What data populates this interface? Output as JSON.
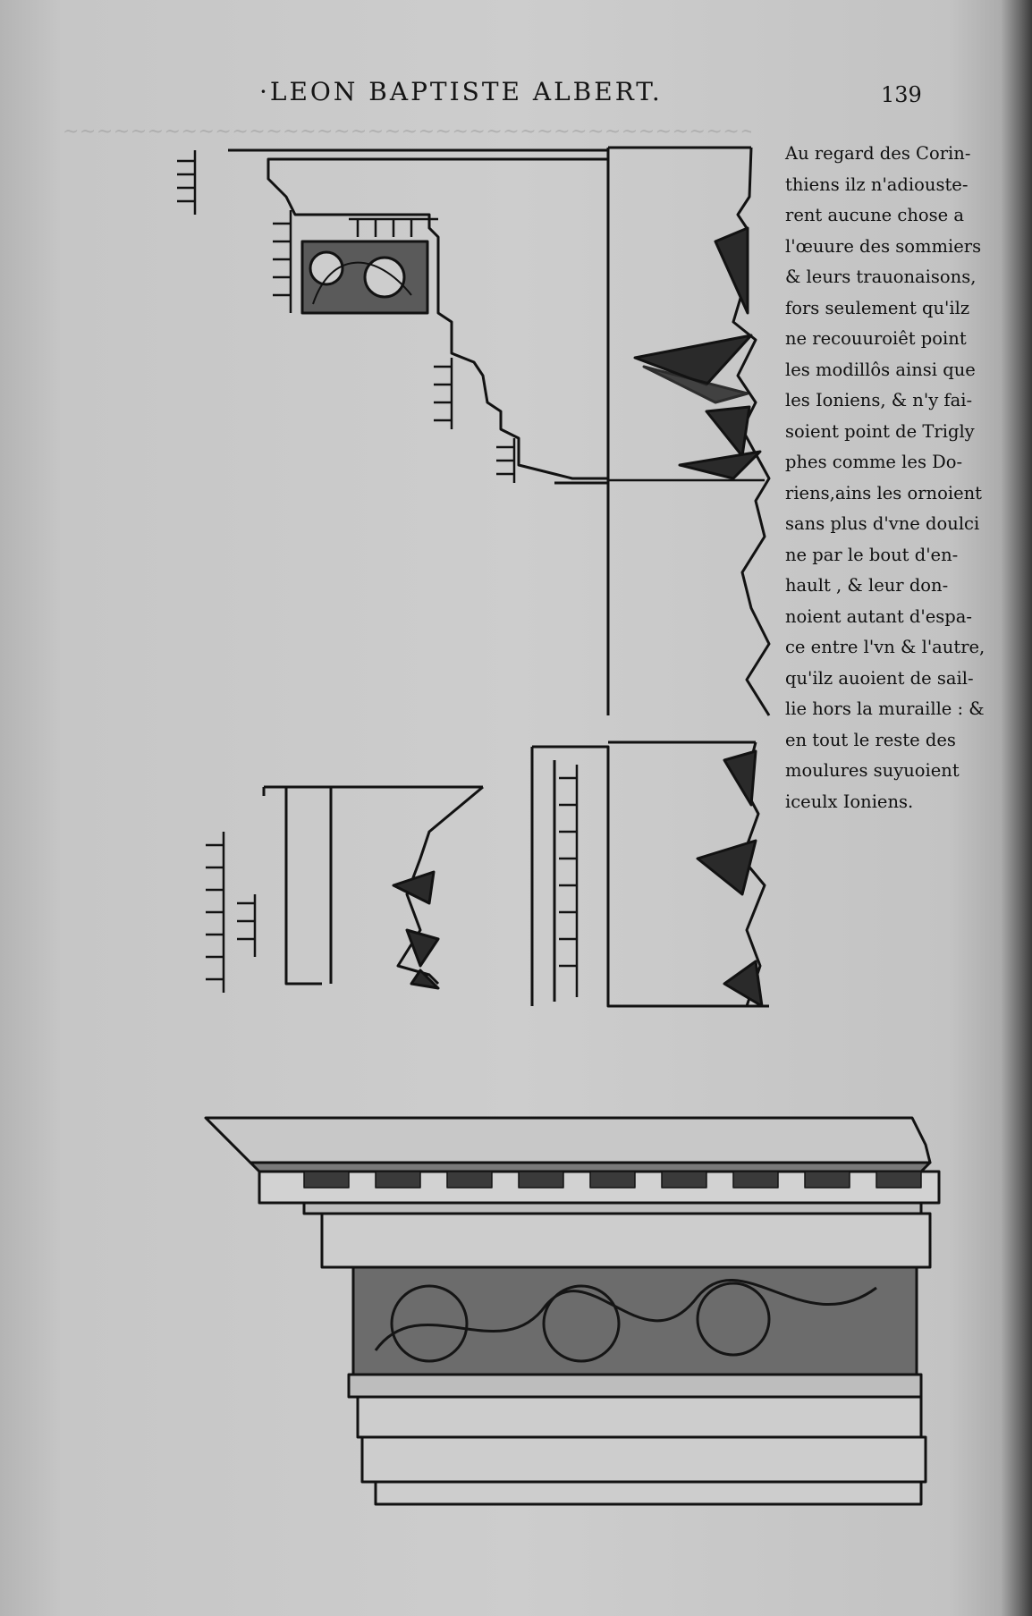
{
  "header": {
    "running_title": "·LEON BAPTISTE ALBERT.",
    "folio": "139"
  },
  "text_column": {
    "lines": [
      "Au regard des Corin-",
      "thiens ilz n'adiouste-",
      "rent aucune chose a",
      "l'œuure des sommiers",
      "& leurs trauonaisons,",
      "fors seulement qu'ilz",
      "ne recouuroiêt point",
      "les modillôs ainsi que",
      "les Ioniens, & n'y fai-",
      "soient point de Trigly",
      "phes comme les Do-",
      "riens,ains les ornoient",
      "sans plus d'vne doulci",
      "ne par le bout d'en-",
      "hault , & leur don-",
      "noient autant d'espa-",
      "ce entre l'vn & l'autre,",
      "qu'ilz auoient de sail-",
      "lie hors la muraille : &",
      "en tout le reste des",
      "moulures suyuoient",
      "iceulx Ioniens."
    ]
  },
  "colors": {
    "paper": "#cdcdcd",
    "ink": "#121212",
    "bleed_through": "#9a9a9a"
  },
  "figures": {
    "upper": "cornice-profile-icon",
    "middle_left": "molding-profile-icon",
    "middle_right": "dentil-profile-icon",
    "lower": "entablature-frieze-icon"
  }
}
